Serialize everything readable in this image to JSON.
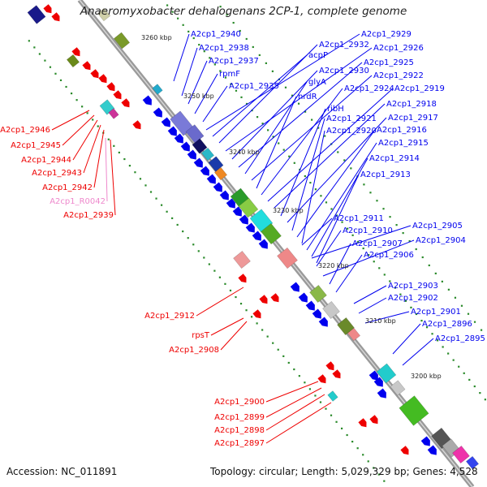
{
  "title": "Anaeromyxobacter dehalogenans 2CP-1, complete genome",
  "footer": {
    "accession": "Accession: NC_011891",
    "summary": "Topology: circular; Length: 5,029,329 bp; Genes: 4,528"
  },
  "colors": {
    "forward": "#0000ee",
    "reverse": "#ee0000",
    "rna": "#ee88cc",
    "backbone": "#888888",
    "tick": "#2a8a2a"
  },
  "scale_labels": [
    "3260 kbp",
    "3250 kbp",
    "3240 kbp",
    "3230 kbp",
    "3220 kbp",
    "3210 kbp",
    "3200 kbp"
  ],
  "forward_labels": [
    "A2cp1_2940",
    "A2cp1_2938",
    "A2cp1_2937",
    "rpmF",
    "A2cp1_2935",
    "A2cp1_2929",
    "acpP",
    "A2cp1_2932",
    "A2cp1_2926",
    "A2cp1_2930",
    "A2cp1_2925",
    "glyA",
    "A2cp1_2922",
    "nrdR",
    "A2cp1_2924",
    "A2cp1_2919",
    "A2cp1_2918",
    "ribH",
    "A2cp1_2917",
    "A2cp1_2921",
    "A2cp1_2916",
    "A2cp1_2920",
    "A2cp1_2915",
    "A2cp1_2914",
    "A2cp1_2913",
    "A2cp1_2911",
    "A2cp1_2905",
    "A2cp1_2910",
    "A2cp1_2904",
    "A2cp1_2907",
    "A2cp1_2906",
    "A2cp1_2903",
    "A2cp1_2902",
    "A2cp1_2901",
    "A2cp1_2896",
    "A2cp1_2895"
  ],
  "reverse_labels": [
    "A2cp1_2946",
    "A2cp1_2945",
    "A2cp1_2944",
    "A2cp1_2943",
    "A2cp1_2942",
    "A2cp1_R0042",
    "A2cp1_2939",
    "A2cp1_2912",
    "rpsT",
    "A2cp1_2908",
    "A2cp1_2900",
    "A2cp1_2899",
    "A2cp1_2898",
    "A2cp1_2897"
  ]
}
